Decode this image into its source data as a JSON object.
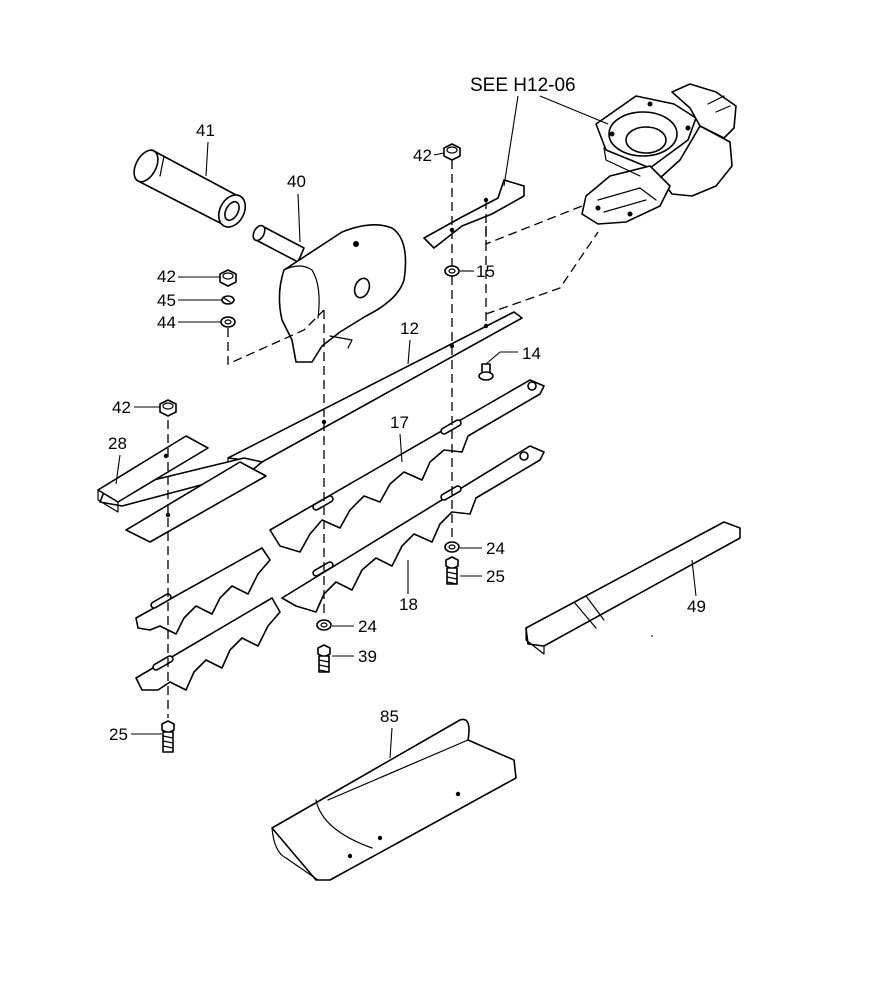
{
  "reference": {
    "text": "SEE H12-06"
  },
  "callouts": [
    {
      "id": "41",
      "text": "41"
    },
    {
      "id": "40",
      "text": "40"
    },
    {
      "id": "42-top",
      "text": "42"
    },
    {
      "id": "15",
      "text": "15"
    },
    {
      "id": "42-mid",
      "text": "42"
    },
    {
      "id": "45",
      "text": "45"
    },
    {
      "id": "44",
      "text": "44"
    },
    {
      "id": "12",
      "text": "12"
    },
    {
      "id": "14",
      "text": "14"
    },
    {
      "id": "42-low",
      "text": "42"
    },
    {
      "id": "28",
      "text": "28"
    },
    {
      "id": "17",
      "text": "17"
    },
    {
      "id": "24-right",
      "text": "24"
    },
    {
      "id": "25-right",
      "text": "25"
    },
    {
      "id": "18",
      "text": "18"
    },
    {
      "id": "49",
      "text": "49"
    },
    {
      "id": "24-left",
      "text": "24"
    },
    {
      "id": "39",
      "text": "39"
    },
    {
      "id": "25-left",
      "text": "25"
    },
    {
      "id": "85",
      "text": "85"
    }
  ]
}
